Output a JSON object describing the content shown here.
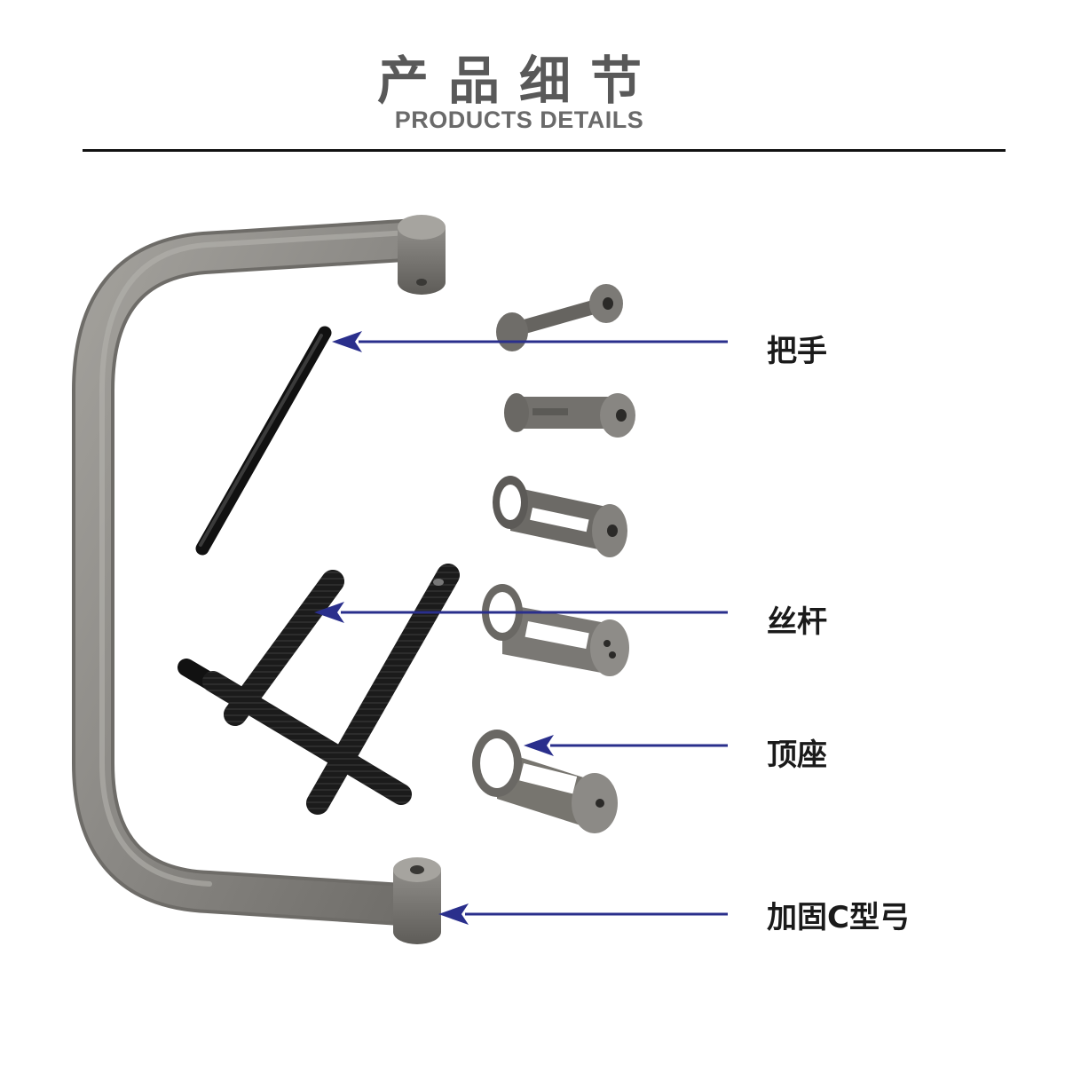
{
  "header": {
    "title_cn": "产品细节",
    "title_en": "PRODUCTS DETAILS"
  },
  "callouts": [
    {
      "label": "把手"
    },
    {
      "label": "丝杆"
    },
    {
      "label": "顶座"
    },
    {
      "label": "加固C型弓"
    }
  ],
  "colors": {
    "arrow": "#2a2f8c",
    "metal_gray": "#8e8c88",
    "screw_black": "#222222"
  }
}
